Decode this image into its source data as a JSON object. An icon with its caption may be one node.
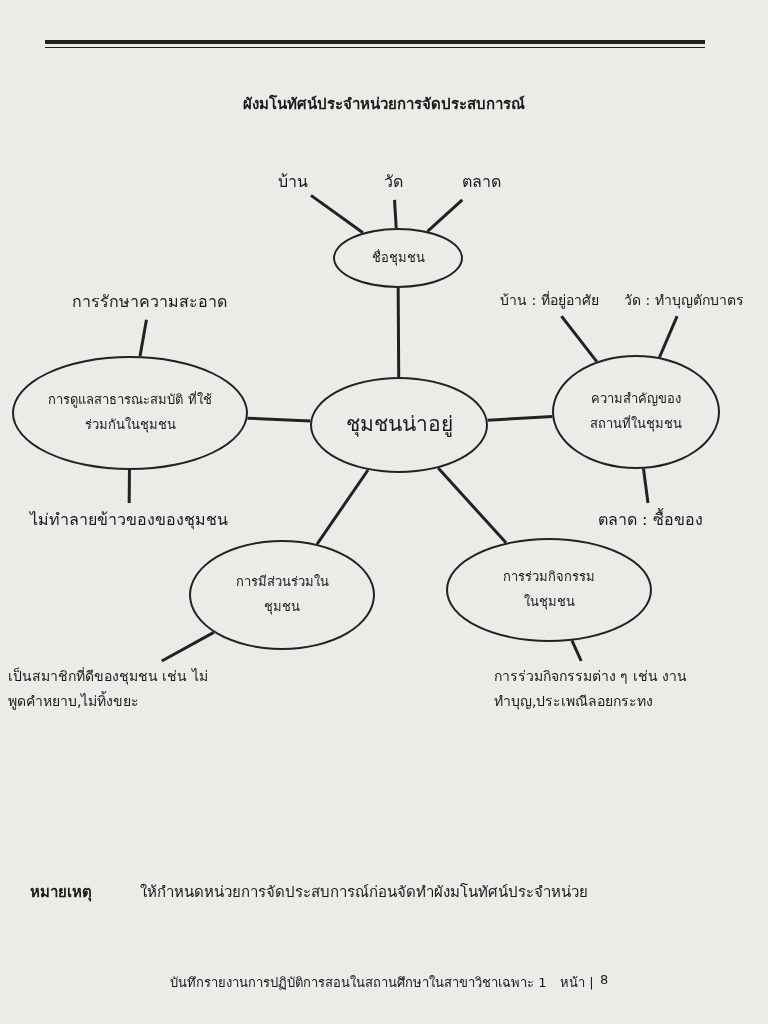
{
  "diagram": {
    "title": "ผังมโนทัศน์ประจำหน่วยการจัดประสบการณ์",
    "nodes": [
      {
        "text": [
          "ชุมชนน่าอยู่"
        ]
      },
      {
        "text": [
          "ชื่อชุมชน"
        ]
      },
      {
        "text": [
          "บ้าน"
        ]
      },
      {
        "text": [
          "วัด"
        ]
      },
      {
        "text": [
          "ตลาด"
        ]
      },
      {
        "text": [
          "การดูแลสาธารณะสมบัติ ที่ใช้ร่วมกันในชุมชน"
        ]
      },
      {
        "text": [
          "การรักษาความสะอาด"
        ]
      },
      {
        "text": [
          "ไม่ทำลายข้าวของของชุมชน"
        ]
      },
      {
        "text": [
          "ความสำคัญของ สถานที่ในชุมชน"
        ]
      },
      {
        "text": [
          "บ้าน : ที่อยู่อาศัย"
        ]
      },
      {
        "text": [
          "วัด : ทำบุญตักบาตร"
        ]
      },
      {
        "text": [
          "ตลาด : ซื้อของ"
        ]
      },
      {
        "text": [
          "การมีส่วนร่วมใน ชุมชน"
        ]
      },
      {
        "text": [
          "เป็นสมาชิกที่ดีของชุมชน เช่น ไม่พูดคำหยาบ,ไม่ทิ้งขยะ"
        ]
      },
      {
        "text": [
          "การร่วมกิจกรรม ในชุมชน"
        ]
      },
      {
        "text": [
          "การร่วมกิจกรรมต่าง ๆ เช่น งานทำบุญ,ประเพณีลอยกระทง"
        ]
      }
    ],
    "edges": [
      {
        "from": 0,
        "to": 1,
        "arrow": "none"
      },
      {
        "from": 1,
        "to": 2,
        "arrow": "none"
      },
      {
        "from": 1,
        "to": 3,
        "arrow": "none"
      },
      {
        "from": 1,
        "to": 4,
        "arrow": "none"
      },
      {
        "from": 0,
        "to": 5,
        "arrow": "none"
      },
      {
        "from": 5,
        "to": 6,
        "arrow": "none"
      },
      {
        "from": 5,
        "to": 7,
        "arrow": "none"
      },
      {
        "from": 0,
        "to": 8,
        "arrow": "none"
      },
      {
        "from": 8,
        "to": 9,
        "arrow": "none"
      },
      {
        "from": 8,
        "to": 10,
        "arrow": "none"
      },
      {
        "from": 8,
        "to": 11,
        "arrow": "none"
      },
      {
        "from": 0,
        "to": 12,
        "arrow": "none"
      },
      {
        "from": 12,
        "to": 13,
        "arrow": "none"
      },
      {
        "from": 0,
        "to": 14,
        "arrow": "none"
      },
      {
        "from": 14,
        "to": 15,
        "arrow": "none"
      }
    ],
    "labels": [
      "หมายเหตุ",
      "ให้กำหนดหน่วยการจัดประสบการณ์ก่อนจัดทำผังมโนทัศน์ประจำหน่วย",
      "บันทึกรายงานการปฏิบัติการสอนในสถานศึกษาในสาขาวิชาเฉพาะ 1",
      "หน้า |",
      "8"
    ]
  }
}
